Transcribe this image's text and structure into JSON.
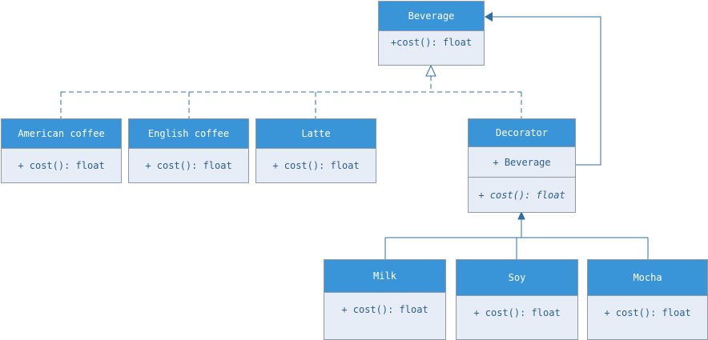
{
  "classes": {
    "beverage": {
      "name": "Beverage",
      "member": "+cost(): float"
    },
    "american": {
      "name": "American coffee",
      "member": "+ cost(): float"
    },
    "english": {
      "name": "English coffee",
      "member": "+ cost(): float"
    },
    "latte": {
      "name": "Latte",
      "member": "+ cost(): float"
    },
    "decorator": {
      "name": "Decorator",
      "attribute": "+  Beverage",
      "member": "+ cost(): float"
    },
    "milk": {
      "name": "Milk",
      "member": "+ cost(): float"
    },
    "soy": {
      "name": "Soy",
      "member": "+ cost(): float"
    },
    "mocha": {
      "name": "Mocha",
      "member": "+ cost(): float"
    }
  },
  "colors": {
    "header": "#3a95d8",
    "body": "#e6edf6",
    "border": "#8f9aa6",
    "edge": "#2d6fa3",
    "text": "#2f5f8f"
  }
}
